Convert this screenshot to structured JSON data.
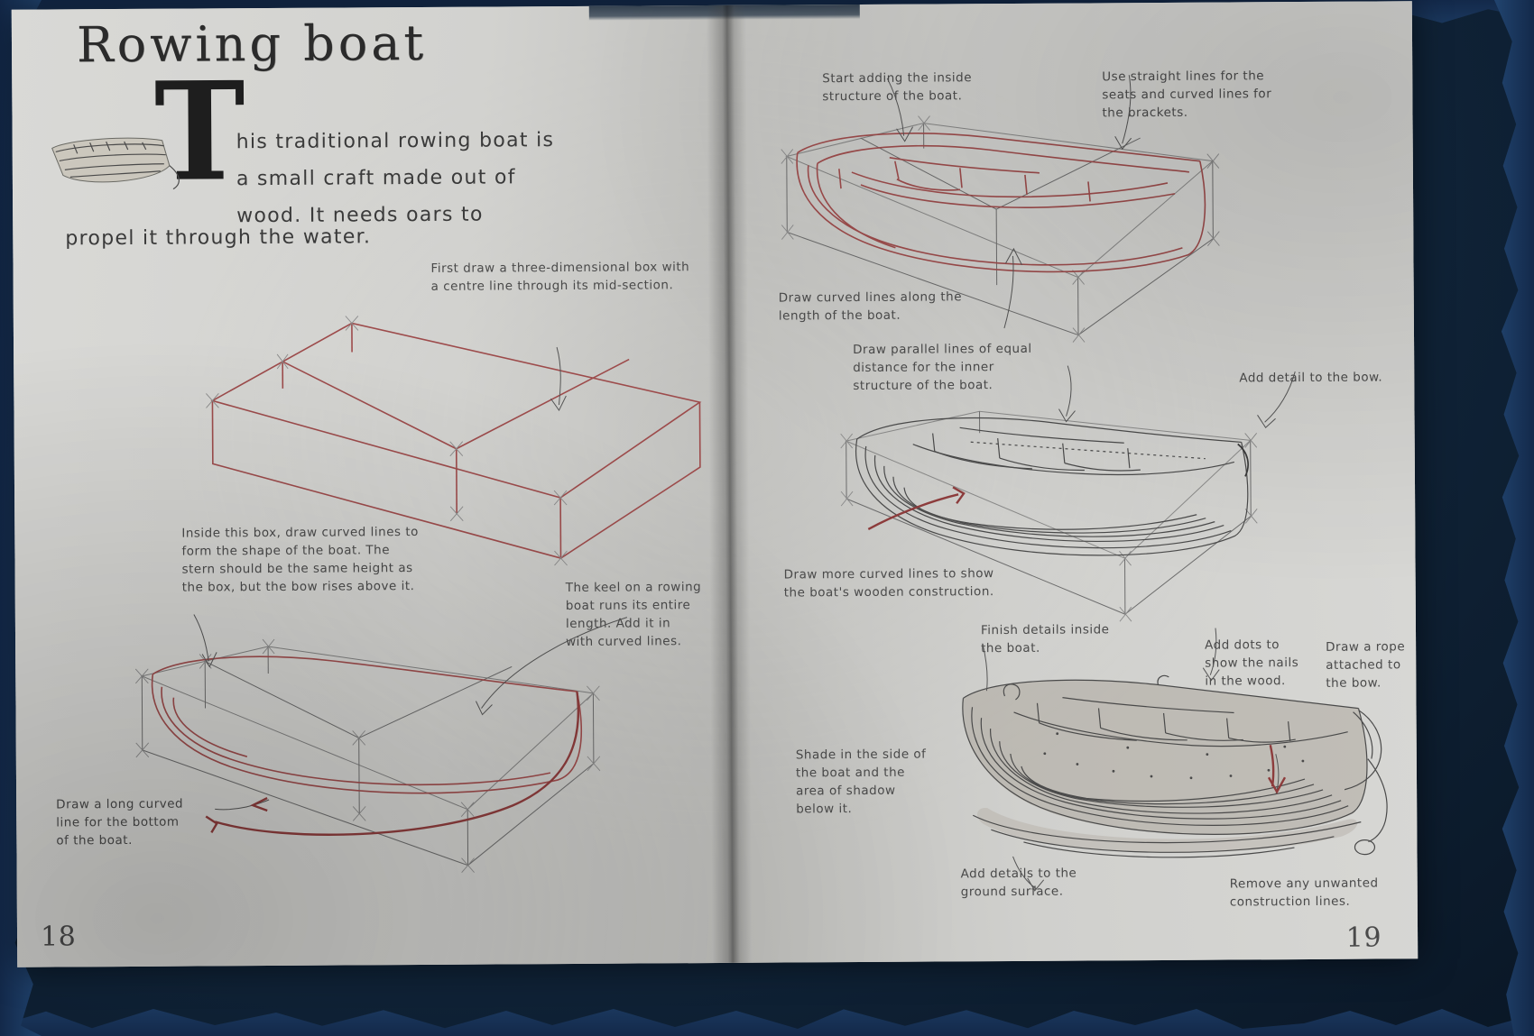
{
  "book": {
    "title": "Rowing boat",
    "dropcap": "T",
    "intro_line1": "his traditional rowing boat is",
    "intro_line2": "a small craft made out of",
    "intro_line3": "wood. It needs oars to",
    "intro_line4": "propel it through the water.",
    "page_left": "18",
    "page_right": "19"
  },
  "notes": {
    "step1": "First draw a three-dimensional box with\na centre line through its mid-section.",
    "step2": "Inside this box, draw curved lines to\nform the shape of the boat. The\nstern should be the same height as\nthe box, but the bow rises above it.",
    "keel": "The keel on a rowing\nboat runs its entire\nlength. Add it in\nwith curved lines.",
    "bottom_curve": "Draw a long curved\nline for the bottom\nof the boat.",
    "inside_structure": "Start adding the inside\nstructure of the boat.",
    "seats": "Use straight lines for the\nseats and curved lines for\nthe brackets.",
    "length_curves": "Draw curved lines along the\nlength of the boat.",
    "parallel_lines": "Draw parallel lines of equal\ndistance for the inner\nstructure of the boat.",
    "bow_detail": "Add detail to the bow.",
    "wooden_construction": "Draw more curved lines to show\nthe boat's wooden construction.",
    "finish_inside": "Finish details inside\nthe boat.",
    "nails": "Add dots to\nshow the nails\nin the wood.",
    "rope": "Draw a rope\nattached to\nthe bow.",
    "shade": "Shade in the side of\nthe boat and the\narea of shadow\nbelow it.",
    "ground": "Add details to the\nground surface.",
    "remove": "Remove any unwanted\nconstruction lines."
  },
  "colors": {
    "paper": "#d4d4d1",
    "cover_blue": "#1d3c63",
    "pencil": "#4a4a4a",
    "red_pencil": "#9d4b4b"
  }
}
